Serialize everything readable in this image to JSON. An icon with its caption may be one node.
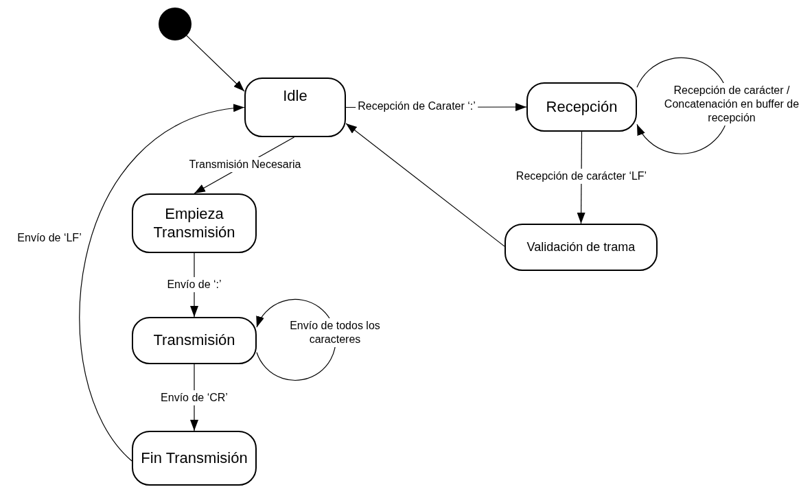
{
  "diagram": {
    "nodes": [
      {
        "text": [],
        "shape": "circle"
      },
      {
        "text": [
          "Idle"
        ]
      },
      {
        "text": [
          "Recepción"
        ]
      },
      {
        "text": [
          "Validación de trama"
        ]
      },
      {
        "text": [
          "Empieza Transmisión"
        ]
      },
      {
        "text": [
          "Transmisión"
        ]
      },
      {
        "text": [
          "Fin Transmisión"
        ]
      }
    ],
    "edges": [
      {
        "from": 0,
        "to": 1,
        "arrow": "to"
      },
      {
        "from": 1,
        "to": 2,
        "arrow": "to",
        "label": "Recepción de Carater ‘:’"
      },
      {
        "from": 2,
        "to": 2,
        "arrow": "to",
        "label": "Recepción de carácter / Concatenación en buffer de recepción"
      },
      {
        "from": 2,
        "to": 3,
        "arrow": "to",
        "label": "Recepción de carácter ‘LF’"
      },
      {
        "from": 3,
        "to": 1,
        "arrow": "to"
      },
      {
        "from": 1,
        "to": 4,
        "arrow": "to",
        "label": "Transmisión Necesaria"
      },
      {
        "from": 4,
        "to": 5,
        "arrow": "to",
        "label": "Envío de ‘:’"
      },
      {
        "from": 5,
        "to": 5,
        "arrow": "to",
        "label": "Envío de todos los caracteres"
      },
      {
        "from": 5,
        "to": 6,
        "arrow": "to",
        "label": "Envío de ‘CR’"
      },
      {
        "from": 6,
        "to": 1,
        "arrow": "to",
        "label": "Envío de ‘LF’"
      }
    ]
  }
}
